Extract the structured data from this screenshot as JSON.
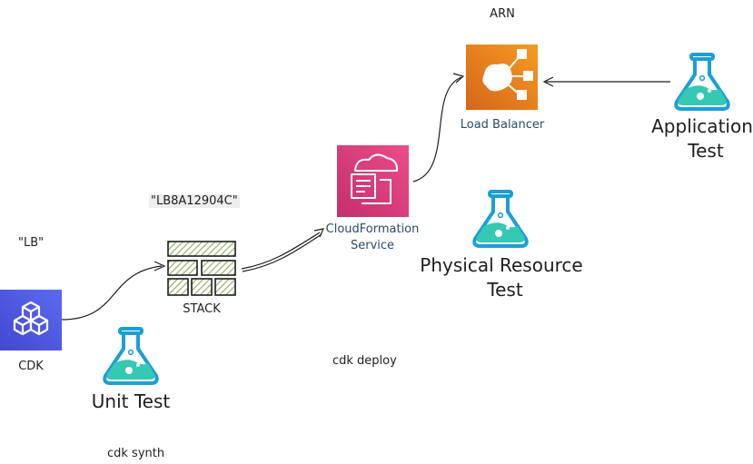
{
  "labels": {
    "arn": "ARN",
    "load_balancer": "Load Balancer",
    "application_test_line1": "Application",
    "application_test_line2": "Test",
    "lb_id": "\"LB8A12904C\"",
    "lb": "\"LB\"",
    "cloudformation_line1": "CloudFormation",
    "cloudformation_line2": "Service",
    "physical_test_line1": "Physical Resource",
    "physical_test_line2": "Test",
    "stack": "STACK",
    "cdk": "CDK",
    "cdk_deploy": "cdk deploy",
    "unit_test": "Unit Test",
    "cdk_synth": "cdk synth"
  },
  "icons": {
    "cdk": "cdk-cubes-icon",
    "stack": "stack-bricks-icon",
    "cloudformation": "cloudformation-icon",
    "load_balancer": "load-balancer-icon",
    "test_flask": "flask-icon"
  },
  "colors": {
    "cdk_bg": "#4d55d8",
    "cloudformation_bg": "#d63a77",
    "load_balancer_bg": "#e97a1b",
    "flask_stroke": "#1b9fd8",
    "flask_liquid": "#35c8b2",
    "stack_fill": "#a9c784"
  }
}
